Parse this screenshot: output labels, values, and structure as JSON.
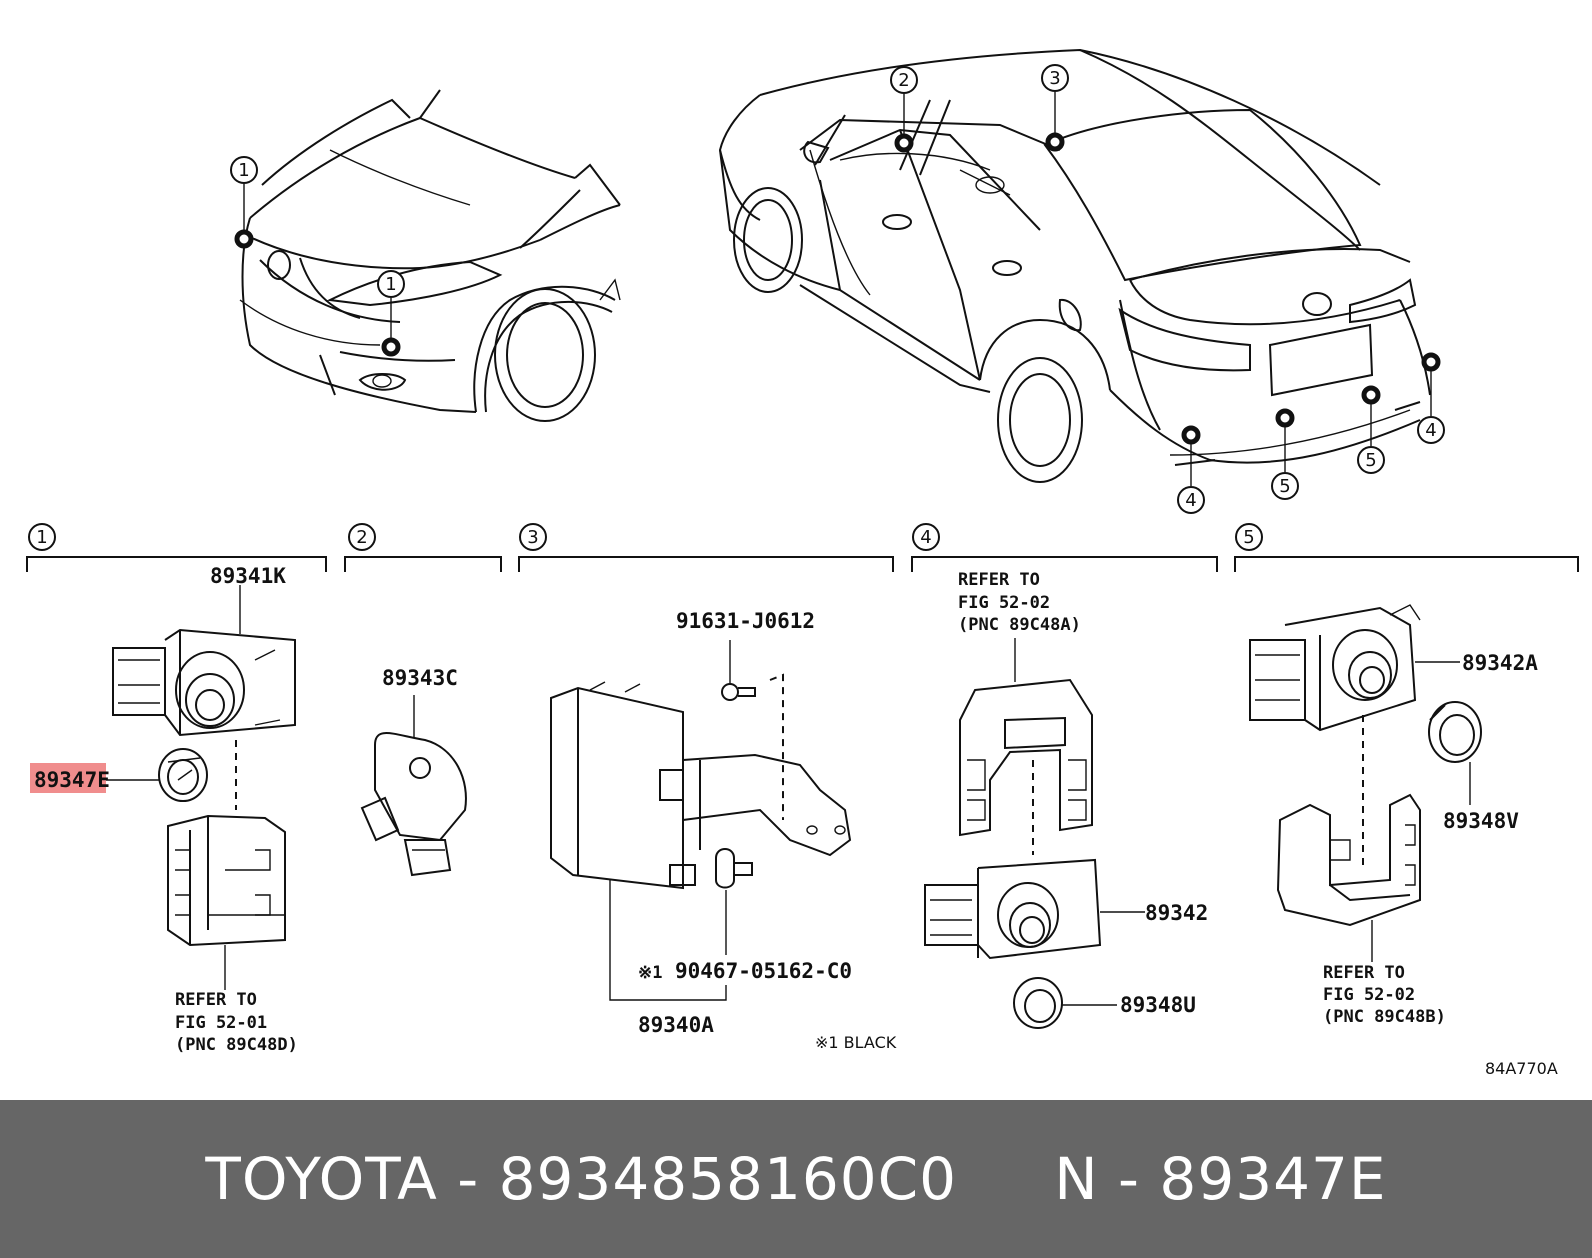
{
  "diagram": {
    "callouts": [
      "1",
      "2",
      "3",
      "4",
      "5"
    ],
    "sections": [
      {
        "number": "1",
        "parts": [
          "89341K",
          "89347E"
        ],
        "refer": [
          "REFER TO",
          "FIG 52-01",
          "(PNC 89C48D)"
        ]
      },
      {
        "number": "2",
        "parts": [
          "89343C"
        ]
      },
      {
        "number": "3",
        "parts": [
          "91631-J0612",
          "90467-05162-C0",
          "89340A"
        ],
        "mark": "※1",
        "note": "※1 BLACK"
      },
      {
        "number": "4",
        "parts": [
          "89342",
          "89348U"
        ],
        "refer": [
          "REFER TO",
          "FIG 52-02",
          "(PNC 89C48A)"
        ]
      },
      {
        "number": "5",
        "parts": [
          "89342A",
          "89348V"
        ],
        "refer": [
          "REFER TO",
          "FIG 52-02",
          "(PNC 89C48B)"
        ]
      }
    ],
    "highlight_color": "#f08d8d",
    "figure_code": "84A770A"
  },
  "footer": {
    "text": "TOYOTA - 8934858160C0     N - 89347E",
    "background": "#666666"
  }
}
